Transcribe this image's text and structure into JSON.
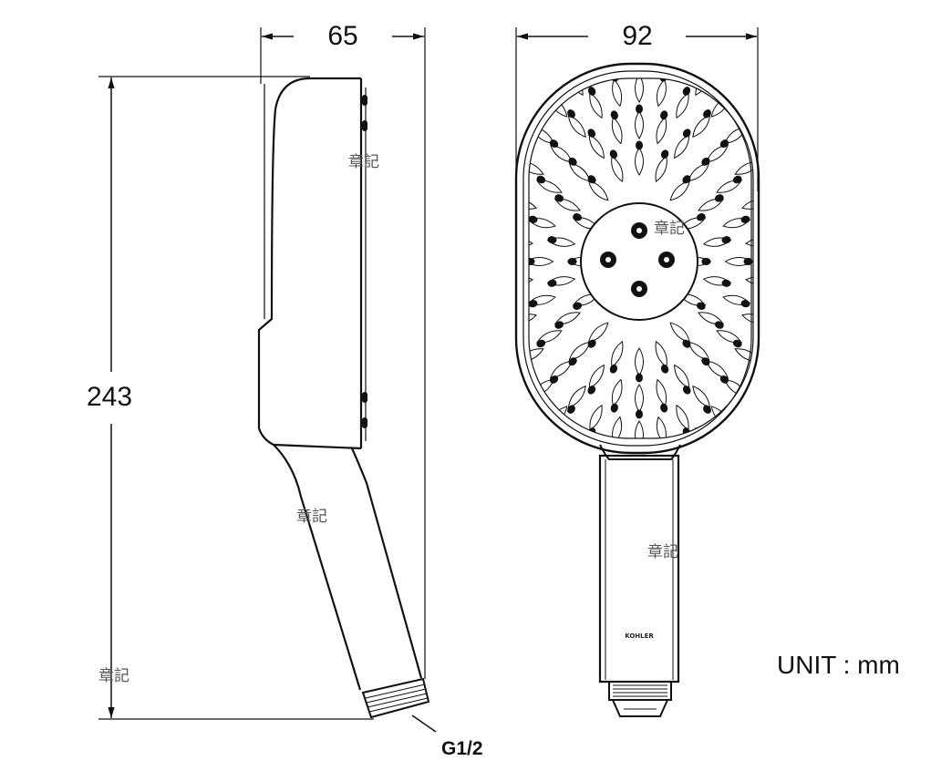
{
  "dimensions": {
    "side_width": "65",
    "front_width": "92",
    "height": "243"
  },
  "unit_label": "UNIT : mm",
  "thread_label": "G1/2",
  "brand_text": "KOHLER",
  "watermark_text": "章記",
  "colors": {
    "line": "#111111",
    "background": "#ffffff",
    "watermark": "#555555"
  }
}
